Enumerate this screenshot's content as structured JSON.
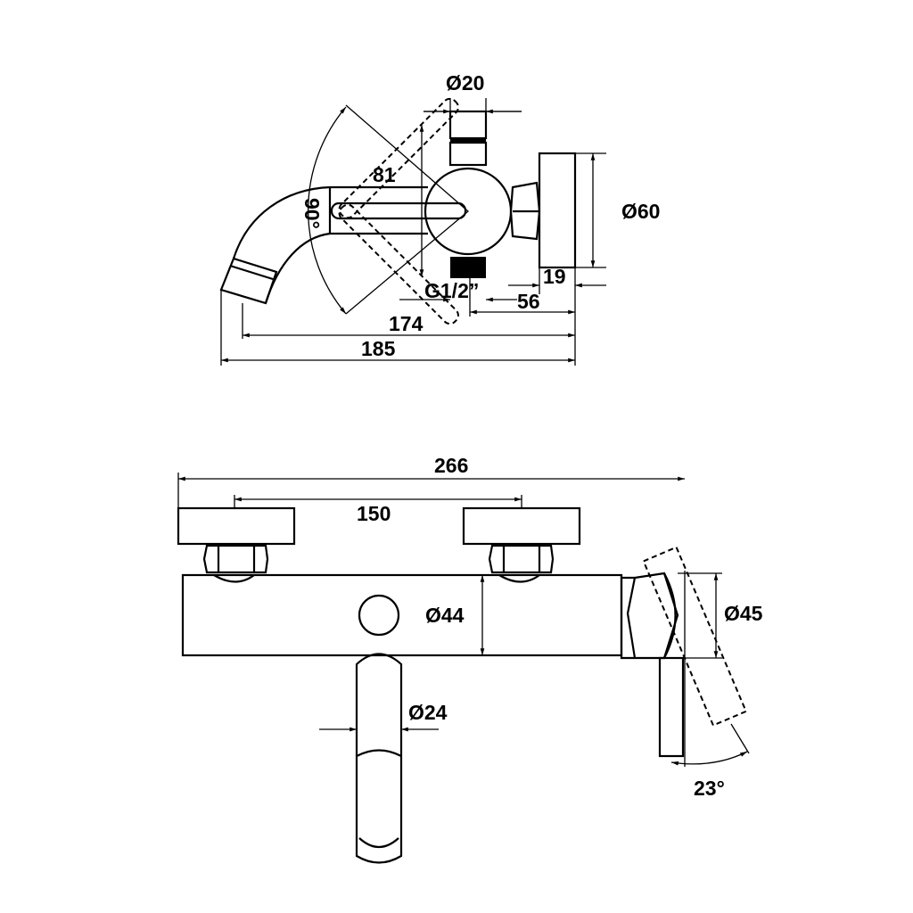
{
  "top_view": {
    "dim_stem_diameter": "Ø20",
    "dim_spout_length": "81",
    "dim_swivel_angle": "90°",
    "dim_flange_diameter": "Ø60",
    "dim_thread": "G1/2”",
    "dim_flange_depth": "19",
    "dim_offset": "56",
    "dim_length_174": "174",
    "dim_length_185": "185"
  },
  "front_view": {
    "dim_overall_width": "266",
    "dim_centers": "150",
    "dim_body_diameter": "Ø44",
    "dim_handle_diameter": "Ø45",
    "dim_spout_diameter": "Ø24",
    "dim_lever_angle": "23°"
  }
}
